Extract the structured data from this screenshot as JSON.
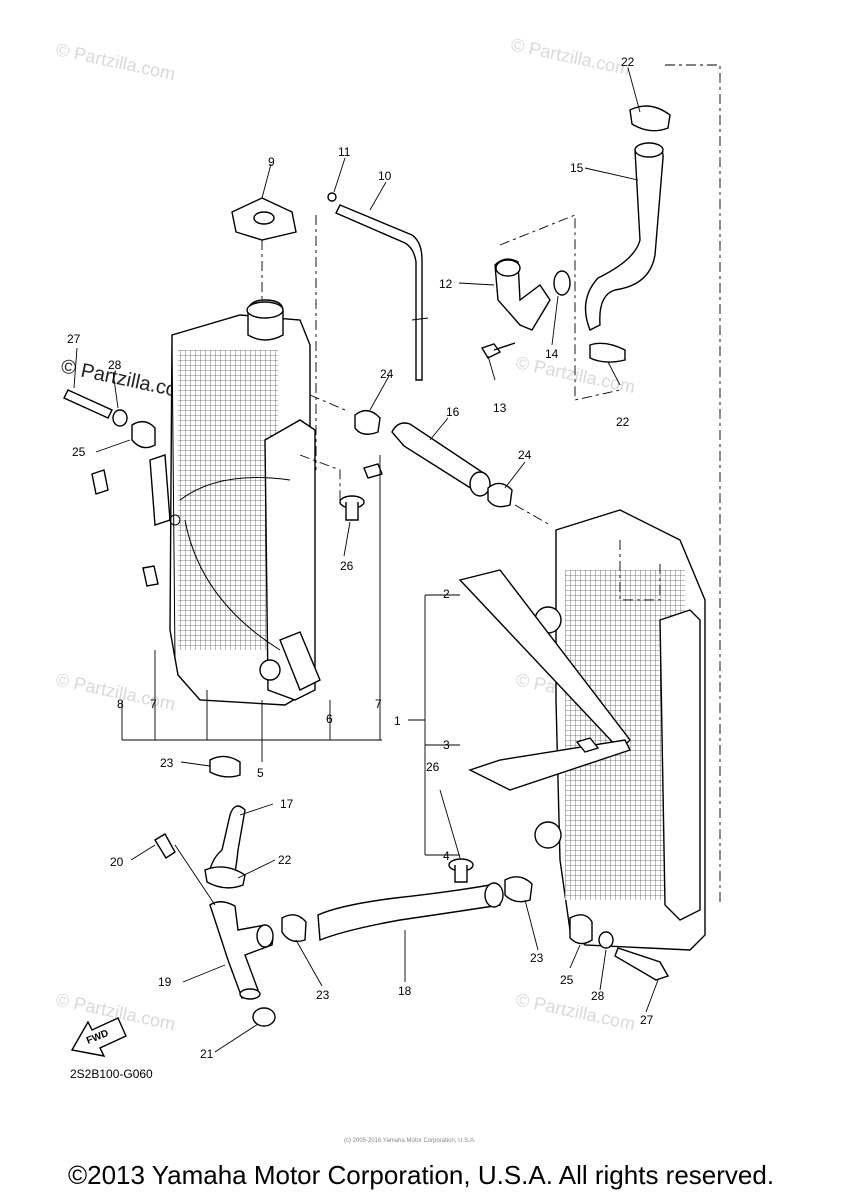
{
  "watermark": "© Partzilla.com",
  "watermark_prominent": "© Partzilla.com",
  "diagram_code": "2S2B100-G060",
  "fwd_label": "FWD",
  "fine_print": "(c) 2005-2016 Yamaha Motor Corporation, U.S.A.",
  "copyright": "©2013 Yamaha Motor Corporation, U.S.A. All rights reserved.",
  "callouts": {
    "c1": "1",
    "c2": "2",
    "c3": "3",
    "c4": "4",
    "c5": "5",
    "c6": "6",
    "c7a": "7",
    "c7b": "7",
    "c8": "8",
    "c9": "9",
    "c10": "10",
    "c11": "11",
    "c12": "12",
    "c13": "13",
    "c14": "14",
    "c15": "15",
    "c16": "16",
    "c17": "17",
    "c18": "18",
    "c19": "19",
    "c20": "20",
    "c21": "21",
    "c22a": "22",
    "c22b": "22",
    "c22c": "22",
    "c23a": "23",
    "c23b": "23",
    "c23c": "23",
    "c24a": "24",
    "c24b": "24",
    "c25a": "25",
    "c25b": "25",
    "c26a": "26",
    "c26b": "26",
    "c27a": "27",
    "c27b": "27",
    "c28a": "28",
    "c28b": "28"
  }
}
